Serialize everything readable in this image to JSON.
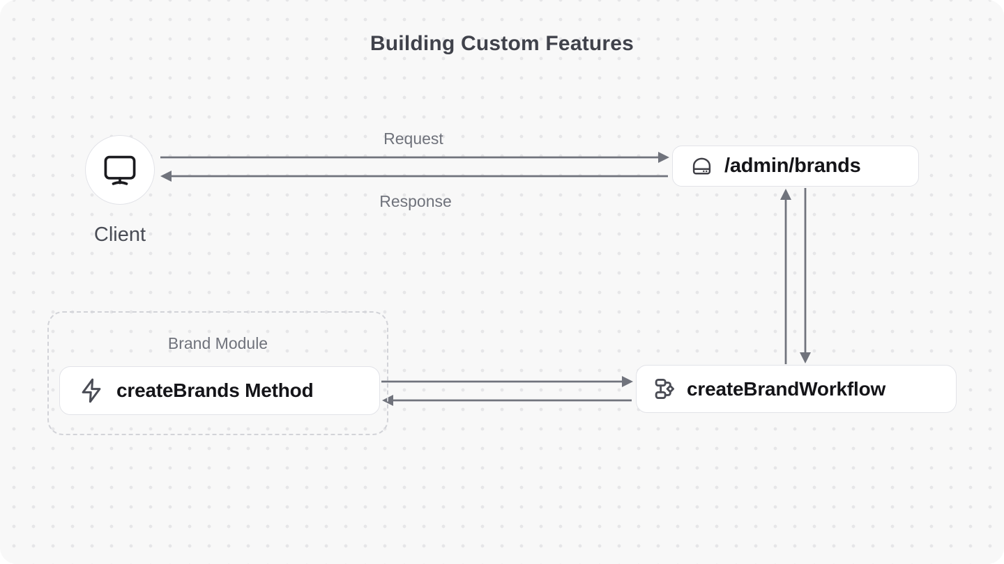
{
  "title": "Building Custom Features",
  "colors": {
    "canvas_bg": "#f8f8f8",
    "dot": "#e6e6e8",
    "arrow": "#70737c",
    "box_bg": "#ffffff",
    "box_border": "#e2e3e8",
    "text_primary": "#141418",
    "text_secondary": "#6f727b",
    "title_color": "#40424b",
    "dash_border": "#d2d3d8"
  },
  "client": {
    "label": "Client",
    "icon": "monitor-icon"
  },
  "flows": {
    "request_label": "Request",
    "response_label": "Response"
  },
  "endpoint": {
    "label": "/admin/brands",
    "icon": "hard-drive-icon"
  },
  "brand_module": {
    "label": "Brand Module",
    "method": {
      "label": "createBrands Method",
      "icon": "zap-icon"
    }
  },
  "workflow": {
    "label": "createBrandWorkflow",
    "icon": "workflow-icon"
  }
}
